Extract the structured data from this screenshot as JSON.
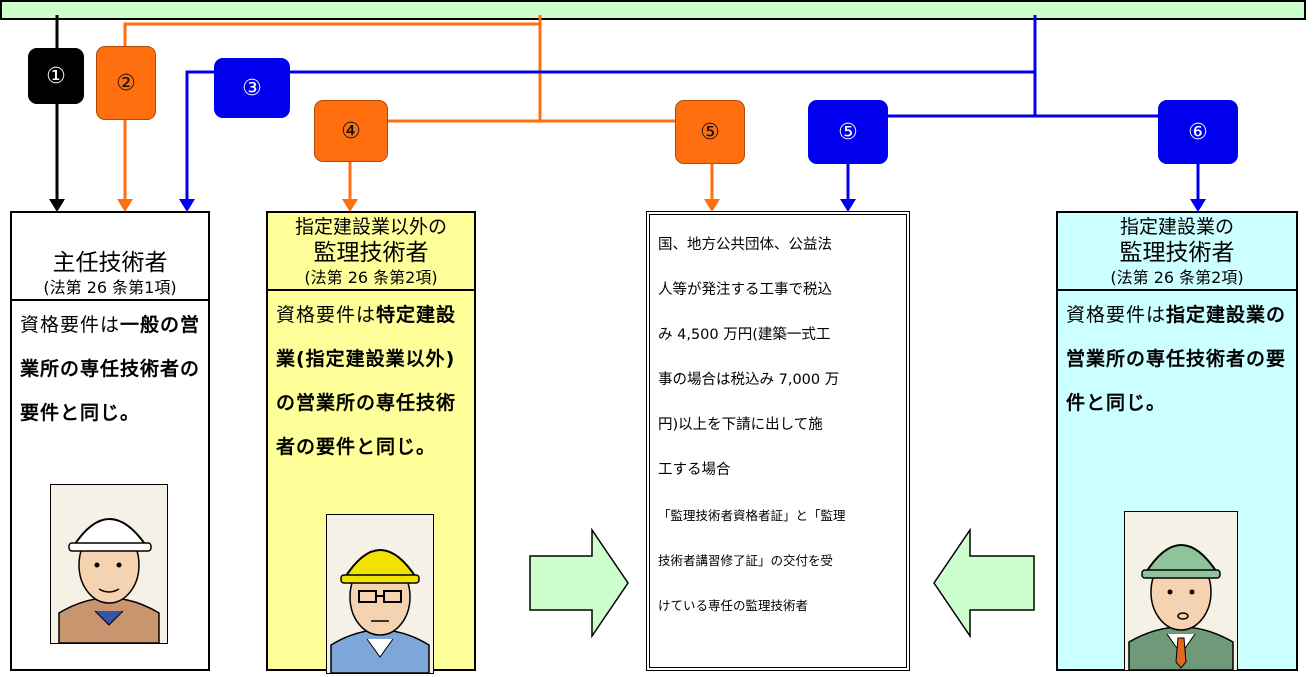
{
  "badges": {
    "b1": "①",
    "b2": "②",
    "b3": "③",
    "b4": "④",
    "b5_orange": "⑤",
    "b5_blue": "⑤",
    "b6": "⑥"
  },
  "boxes": {
    "chief": {
      "title": "主任技術者",
      "law": "(法第 26 条第1項)",
      "req_prefix": "資格要件は",
      "req_bold": "一般の営業所の専任技術者の要件と同じ。"
    },
    "supervisor_other": {
      "title_top": "指定建設業以外の",
      "title": "監理技術者",
      "law": "(法第 26 条第2項)",
      "req_prefix": "資格要件は",
      "req_bold": "特定建設業(指定建設業以外)の営業所の専任技術者の要件と同じ。"
    },
    "public_works": {
      "line1": "国、地方公共団体、公益法",
      "line2": "人等が発注する工事で税込",
      "line3": "み 4,500 万円(建築一式工",
      "line4": "事の場合は税込み 7,000 万",
      "line5": "円)以上を下請に出して施",
      "line6": "工する場合",
      "line7": "「監理技術者資格者証」と「監理",
      "line8": "技術者講習修了証」の交付を受",
      "line9": "けている専任の監理技術者"
    },
    "supervisor_designated": {
      "title_top": "指定建設業の",
      "title": "監理技術者",
      "law": "(法第 26 条第2項)",
      "req_prefix": "資格要件は",
      "req_bold": "指定建設業の営業所の専任技術者の要件と同じ。"
    },
    "colors": {
      "orange": "#ff6f0f",
      "blue": "#0000ee",
      "banner": "#ccffcc",
      "yellow": "#ffff99",
      "cyan": "#ccffff",
      "arrow_fill": "#ccffcc"
    }
  }
}
